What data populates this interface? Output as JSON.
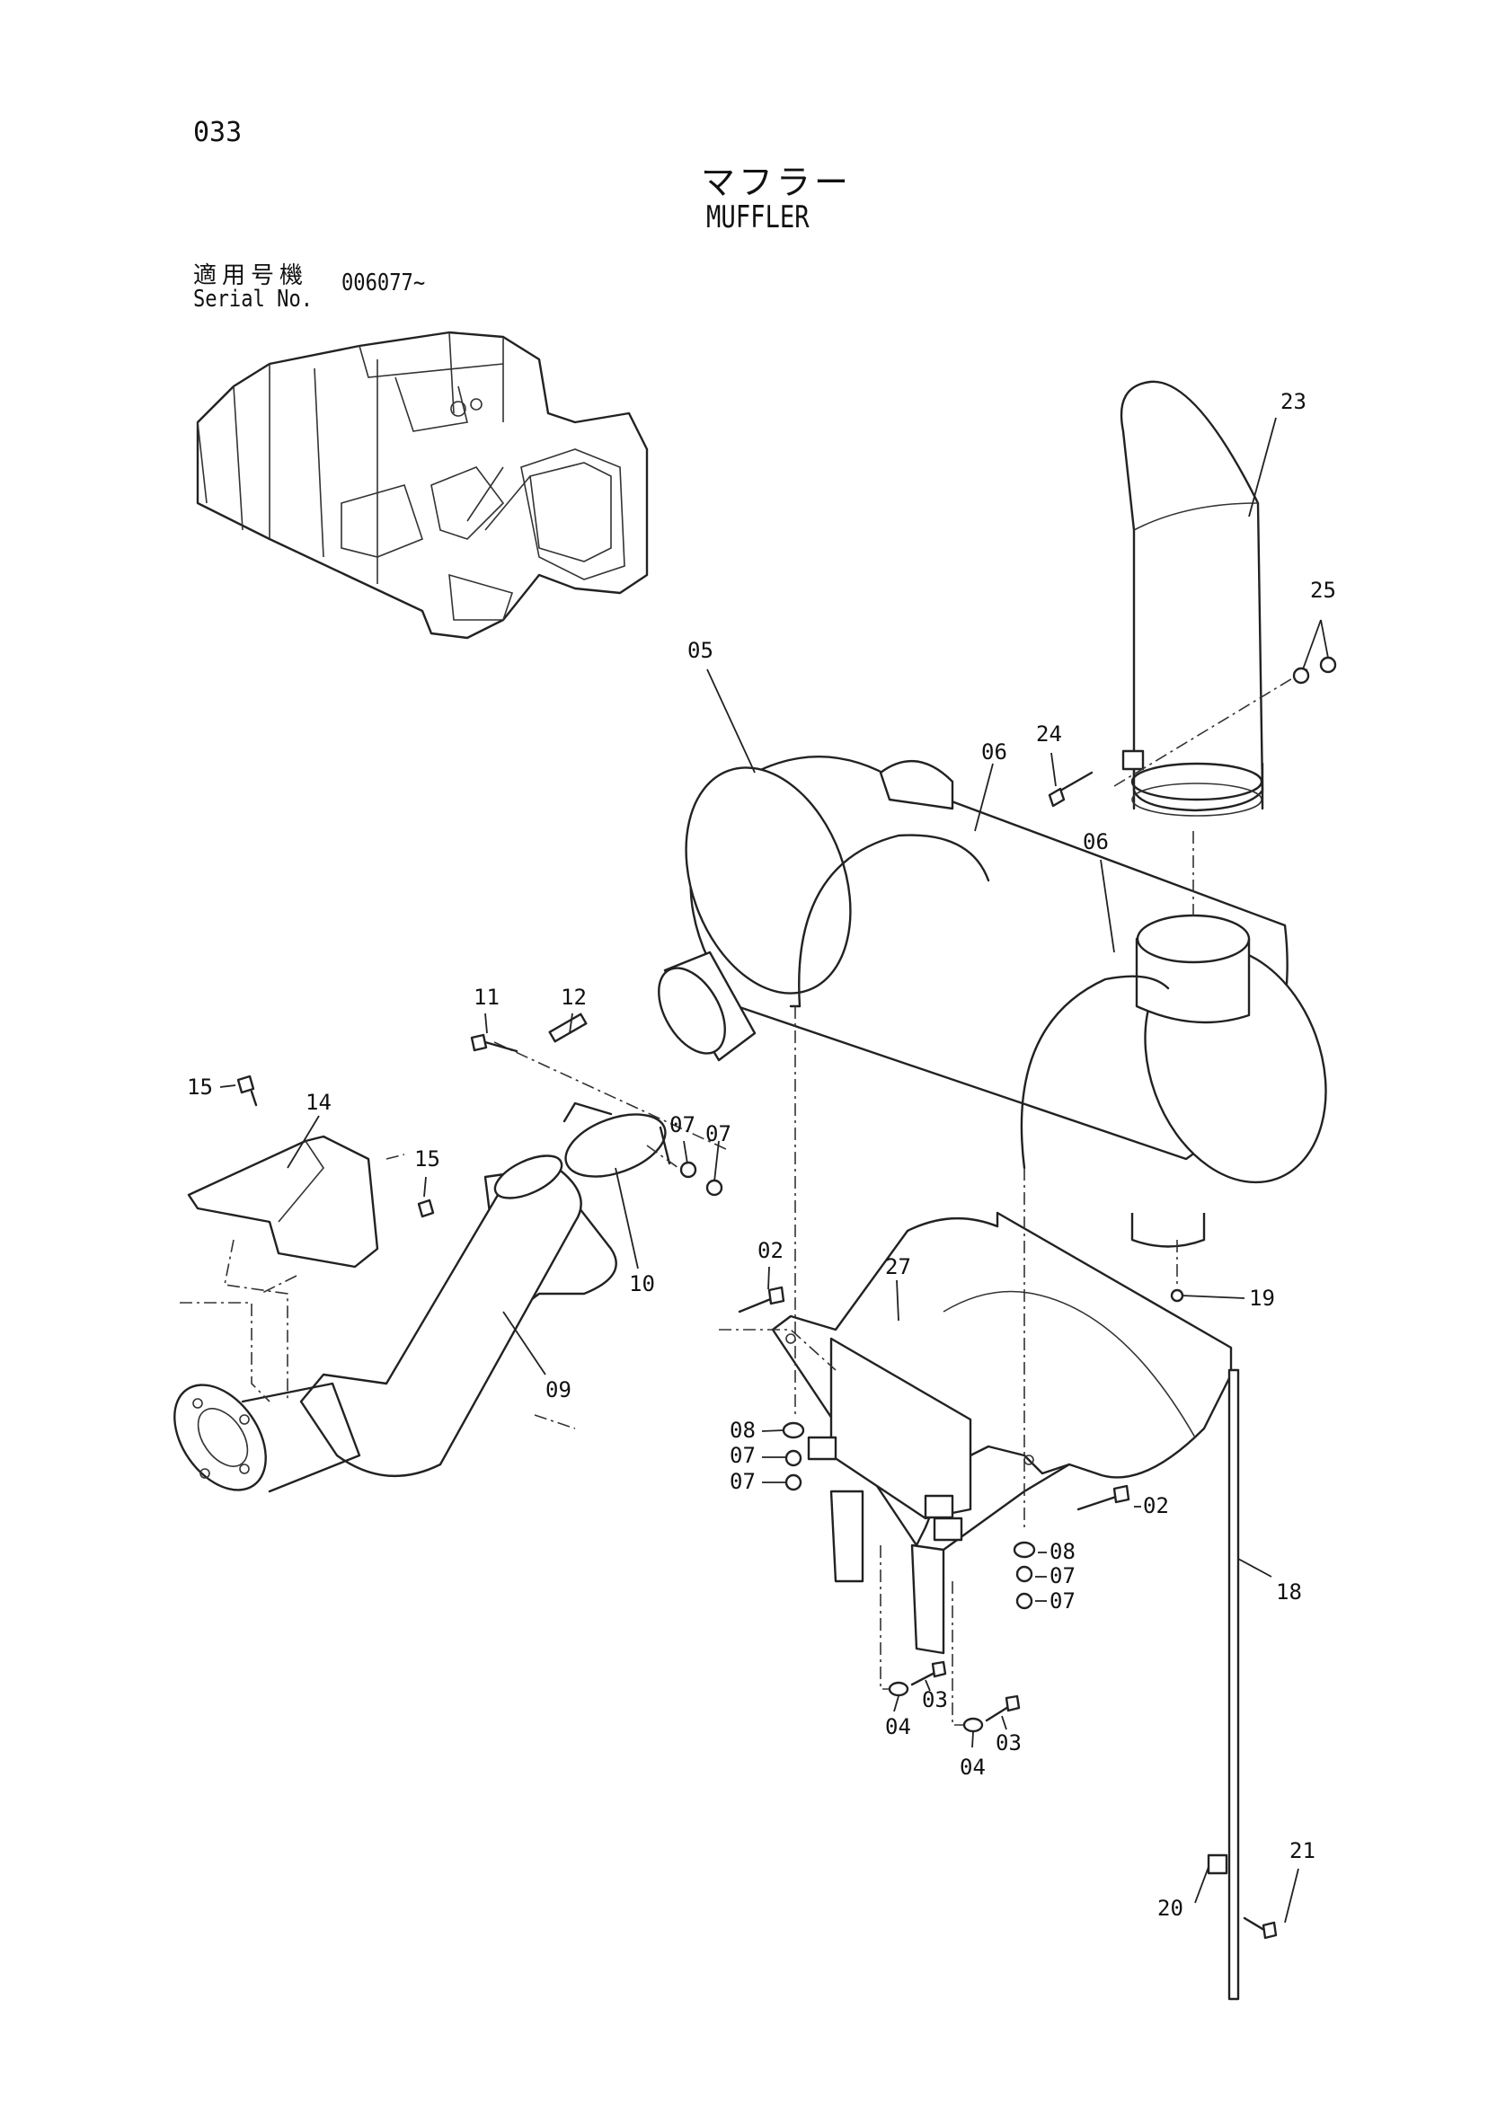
{
  "header": {
    "page_number": "033",
    "title_jp": "マフラー",
    "title_en": "MUFFLER",
    "serial_label_jp": "適用号機",
    "serial_label_en": "Serial No.",
    "serial_value": "006077~"
  },
  "callouts": {
    "c05": "05",
    "c06a": "06",
    "c06b": "06",
    "c23": "23",
    "c25": "25",
    "c24": "24",
    "c11": "11",
    "c12": "12",
    "c15a": "15",
    "c14": "14",
    "c15b": "15",
    "c07a": "07",
    "c07b": "07",
    "c10": "10",
    "c09": "09",
    "c02a": "02",
    "c27": "27",
    "c19": "19",
    "c08a": "08",
    "c07c": "07",
    "c07d": "07",
    "c02b": "02",
    "c08b": "08",
    "c07e": "07",
    "c07f": "07",
    "c18": "18",
    "c04a": "04",
    "c03a": "03",
    "c04b": "04",
    "c03b": "03",
    "c21": "21",
    "c20": "20"
  }
}
